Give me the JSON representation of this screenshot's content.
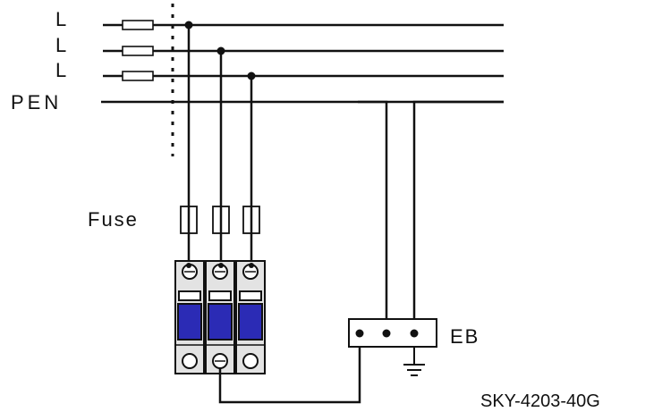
{
  "labels": {
    "line1": "L",
    "line2": "L",
    "line3": "L",
    "pen": "PEN",
    "fuse": "Fuse",
    "eb": "EB",
    "model": "SKY-4203-40G"
  },
  "colors": {
    "line": "#111111",
    "module_body": "#e3e3e3",
    "module_window": "#2b2bb5"
  },
  "icons": [
    "fuse-symbol",
    "terminal-screw",
    "ground-symbol"
  ]
}
